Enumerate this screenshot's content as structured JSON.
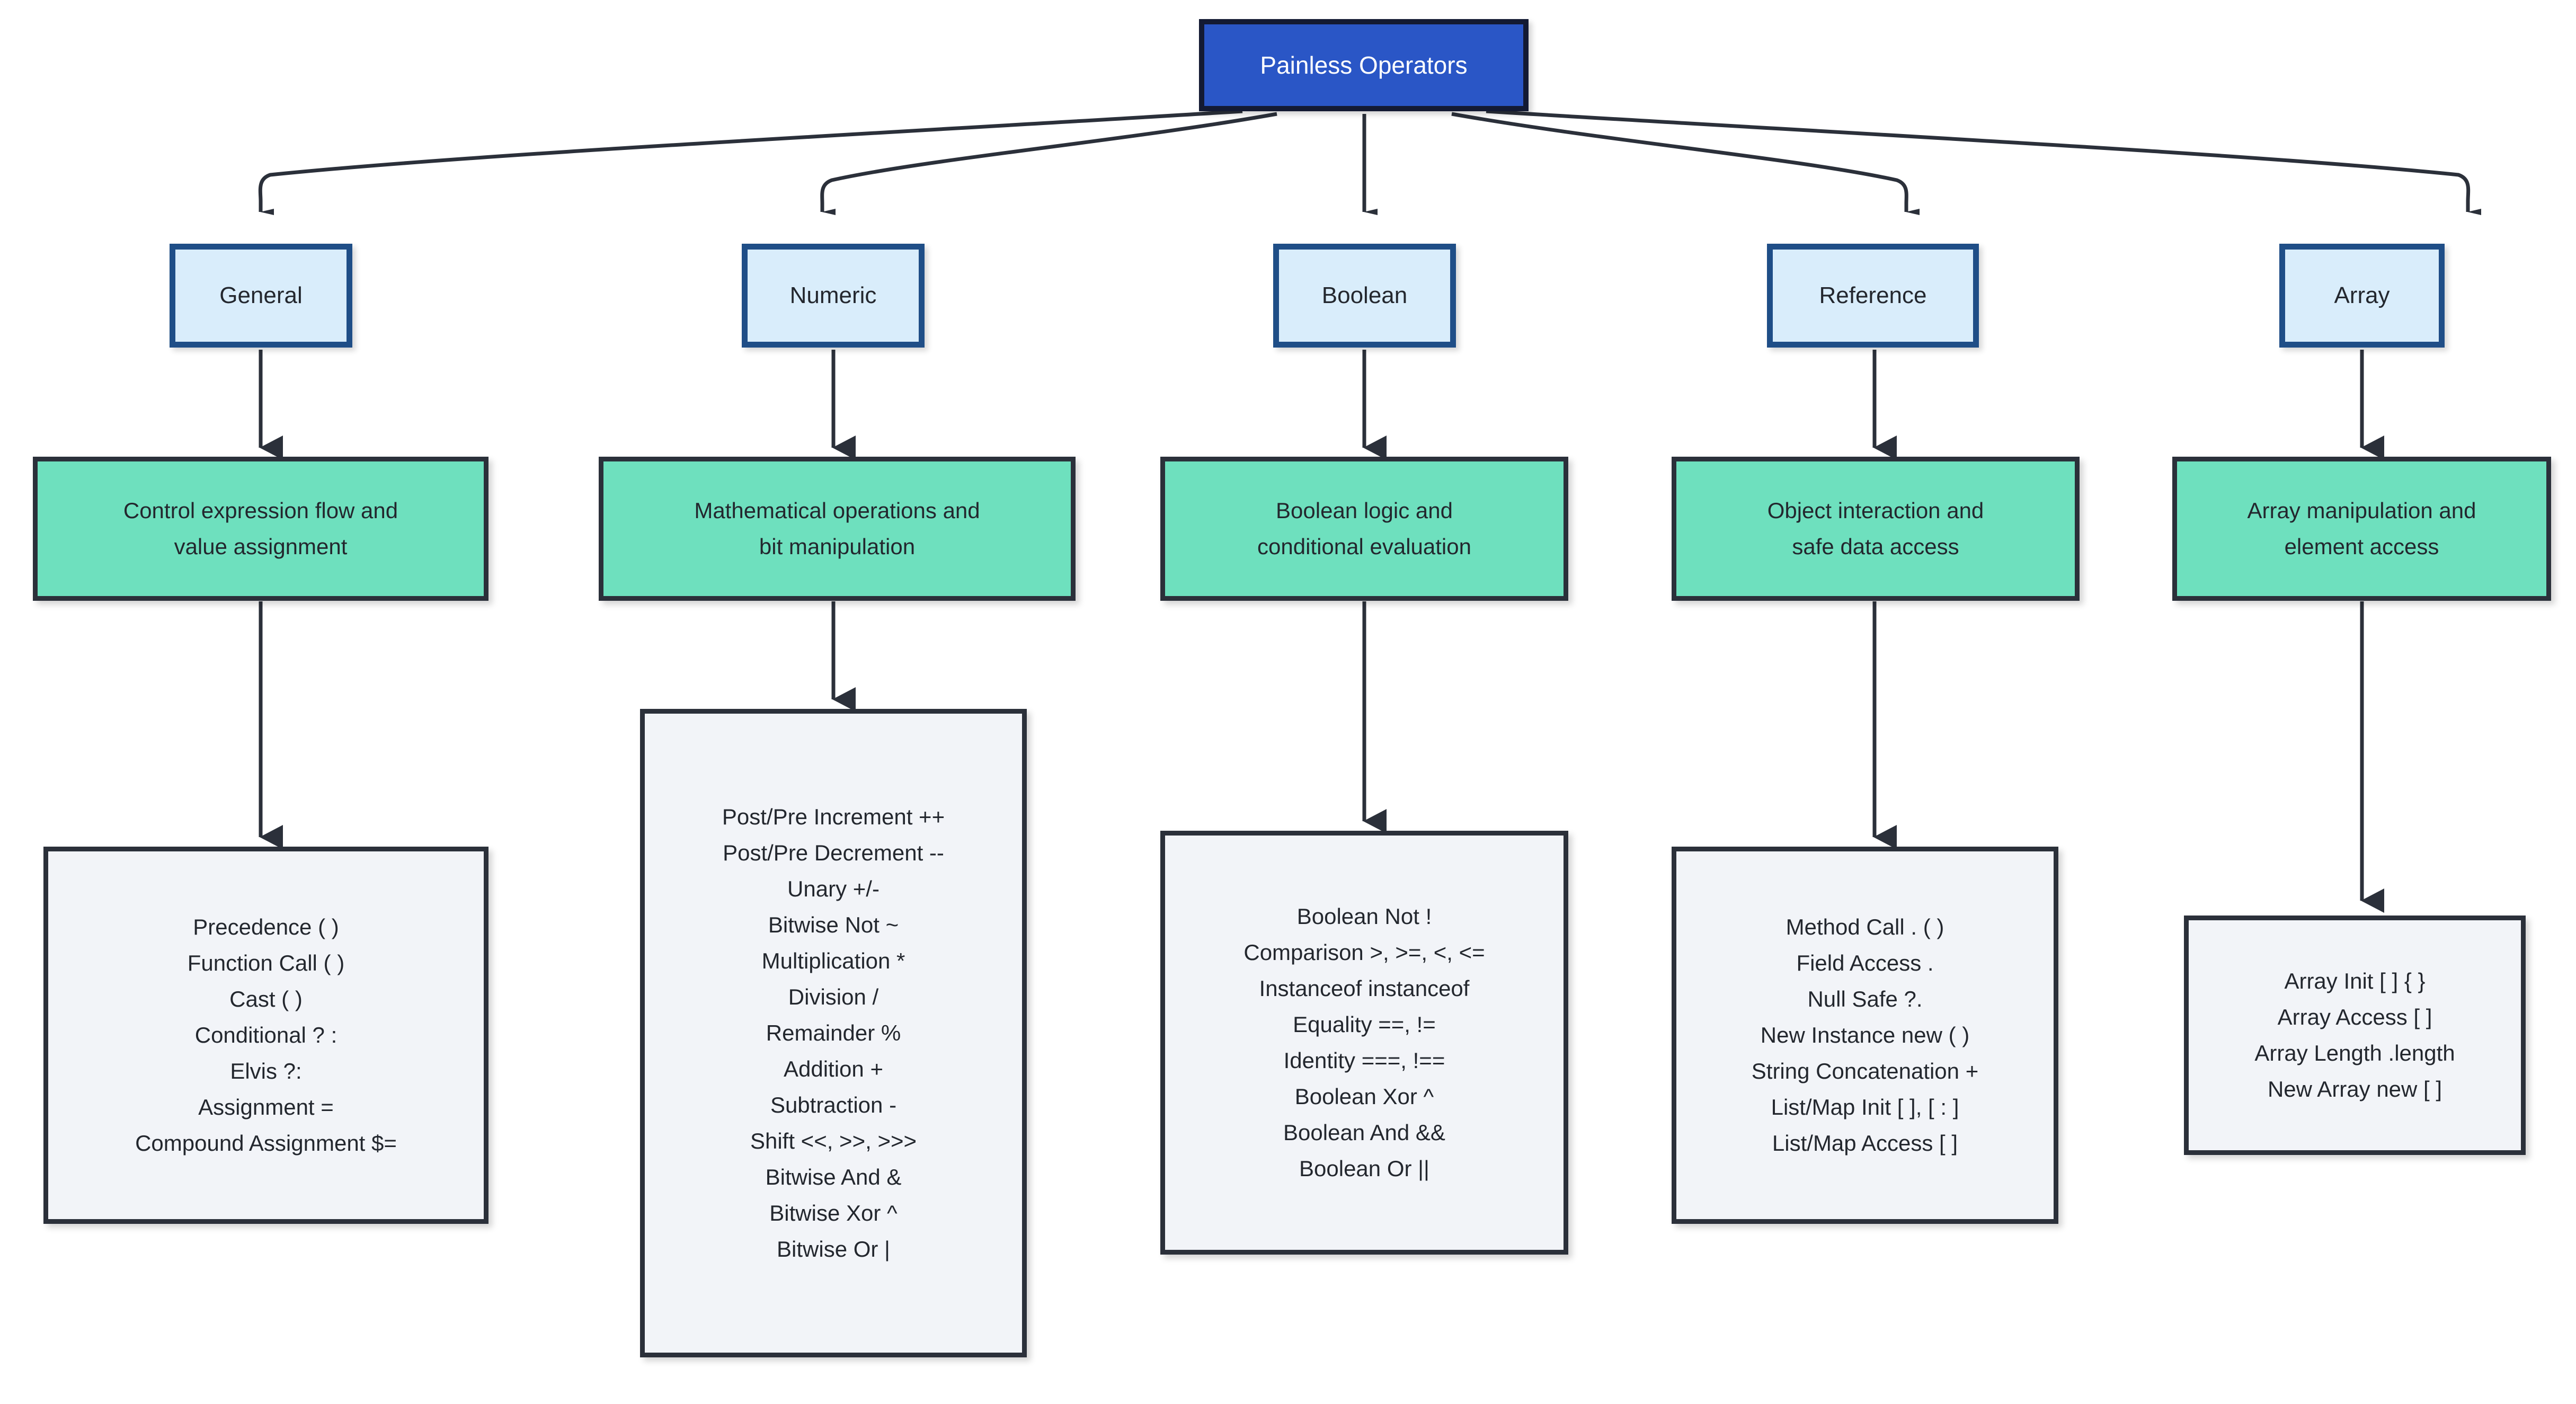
{
  "diagram": {
    "title": "Painless Operators",
    "root": {
      "label": "Painless Operators",
      "color": "#2a56c6"
    },
    "palette": {
      "root_fill": "#2a56c6",
      "category_fill": "#d9edfb",
      "category_border": "#1f4e87",
      "description_fill": "#6ee0be",
      "detail_fill": "#f2f4f8",
      "border_dark": "#2b303a",
      "text": "#23272e",
      "background": "#ffffff"
    },
    "branches": [
      {
        "category": "General",
        "description": [
          "Control expression flow and",
          "value assignment"
        ],
        "items": [
          "Precedence ( )",
          "Function Call ( )",
          "Cast ( )",
          "Conditional ? :",
          "Elvis ?:",
          "Assignment =",
          "Compound Assignment $="
        ]
      },
      {
        "category": "Numeric",
        "description": [
          "Mathematical operations and",
          "bit manipulation"
        ],
        "items": [
          "Post/Pre Increment ++",
          "Post/Pre Decrement --",
          "Unary +/-",
          "Bitwise Not ~",
          "Multiplication *",
          "Division /",
          "Remainder %",
          "Addition +",
          "Subtraction -",
          "Shift <<, >>, >>>",
          "Bitwise And &",
          "Bitwise Xor ^",
          "Bitwise Or |"
        ]
      },
      {
        "category": "Boolean",
        "description": [
          "Boolean logic and",
          "conditional evaluation"
        ],
        "items": [
          "Boolean Not !",
          "Comparison >, >=, <, <=",
          "Instanceof instanceof",
          "Equality ==, !=",
          "Identity ===, !==",
          "Boolean Xor ^",
          "Boolean And &&",
          "Boolean Or ||"
        ]
      },
      {
        "category": "Reference",
        "description": [
          "Object interaction and",
          "safe data access"
        ],
        "items": [
          "Method Call . ( )",
          "Field Access .",
          "Null Safe ?.",
          "New Instance new ( )",
          "String Concatenation +",
          "List/Map Init [ ], [ : ]",
          "List/Map Access [ ]"
        ]
      },
      {
        "category": "Array",
        "description": [
          "Array manipulation and",
          "element access"
        ],
        "items": [
          "Array Init [ ] { }",
          "Array Access [ ]",
          "Array Length .length",
          "New Array new [ ]"
        ]
      }
    ]
  }
}
